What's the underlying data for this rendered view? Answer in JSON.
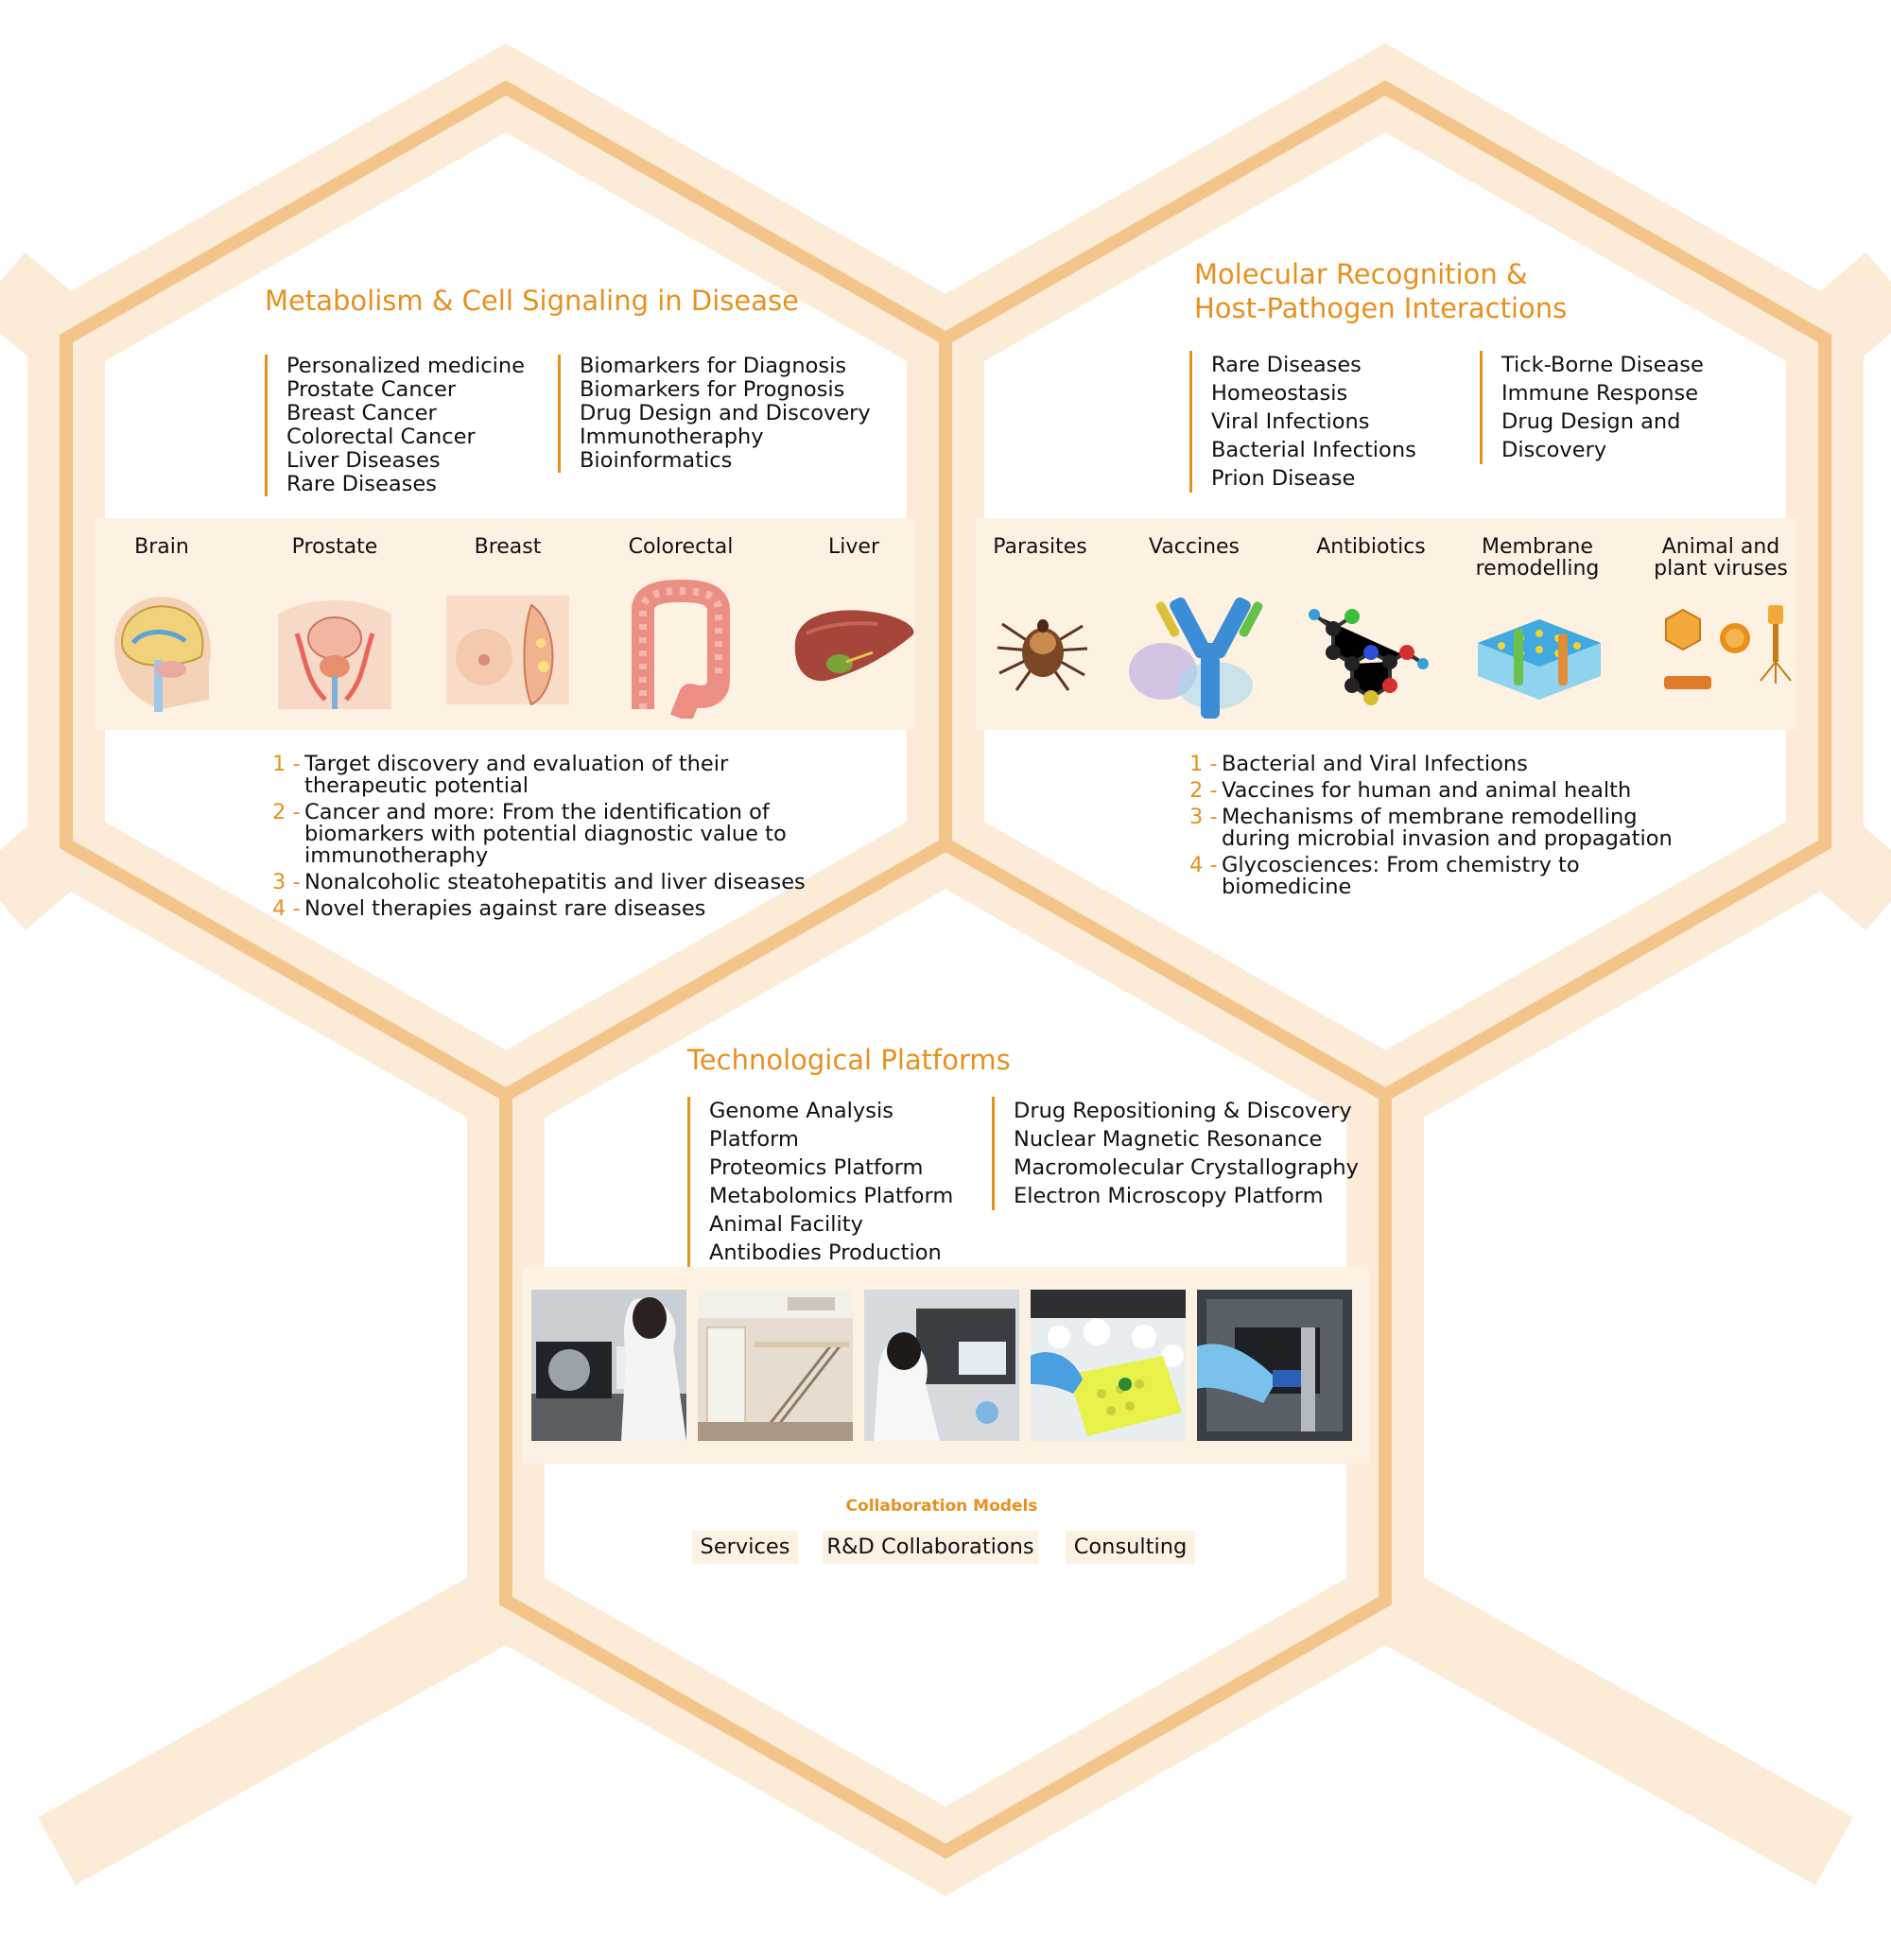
{
  "colors": {
    "accent": "#e8901e",
    "hex_stroke": "#f4c58a",
    "hex_wide": "#fbebd7",
    "strip": "#fdf1e2"
  },
  "panels": {
    "metabolism": {
      "title": "Metabolism & Cell Signaling in Disease",
      "topics_left": [
        "Personalized medicine",
        "Prostate Cancer",
        "Breast Cancer",
        "Colorectal Cancer",
        "Liver Diseases",
        "Rare Diseases"
      ],
      "topics_right": [
        "Biomarkers for Diagnosis",
        "Biomarkers for Prognosis",
        "Drug Design and Discovery",
        "Immunotheraphy",
        "Bioinformatics"
      ],
      "organs": [
        {
          "label": "Brain",
          "icon": "brain-anatomy-illustration"
        },
        {
          "label": "Prostate",
          "icon": "prostate-anatomy-illustration"
        },
        {
          "label": "Breast",
          "icon": "breast-anatomy-illustration"
        },
        {
          "label": "Colorectal",
          "icon": "colon-anatomy-illustration"
        },
        {
          "label": "Liver",
          "icon": "liver-anatomy-illustration"
        }
      ],
      "numbered": [
        {
          "num": "1 -",
          "text": "Target discovery and evaluation of their therapeutic potential"
        },
        {
          "num": "2 -",
          "text": "Cancer and more: From the identification of biomarkers with potential diagnostic value to immunotheraphy"
        },
        {
          "num": "3 -",
          "text": "Nonalcoholic steatohepatitis and liver diseases"
        },
        {
          "num": "4 -",
          "text": "Novel therapies against rare diseases"
        }
      ]
    },
    "molecular": {
      "title_line1": "Molecular Recognition &",
      "title_line2": "Host-Pathogen Interactions",
      "topics_left": [
        "Rare Diseases",
        "Homeostasis",
        "Viral Infections",
        "Bacterial Infections",
        "Prion Disease"
      ],
      "topics_right": [
        "Tick-Borne Disease",
        "Immune Response",
        "Drug Design and",
        "Discovery"
      ],
      "items": [
        {
          "label": "Parasites",
          "icon": "tick-parasite-illustration"
        },
        {
          "label": "Vaccines",
          "icon": "antibody-illustration"
        },
        {
          "label": "Antibiotics",
          "icon": "molecule-illustration"
        },
        {
          "label": "Membrane\nremodelling",
          "icon": "cell-membrane-illustration"
        },
        {
          "label": "Animal and\nplant viruses",
          "icon": "virus-illustration"
        }
      ],
      "numbered": [
        {
          "num": "1 -",
          "text": "Bacterial and Viral Infections"
        },
        {
          "num": "2 -",
          "text": "Vaccines for human and animal health"
        },
        {
          "num": "3 -",
          "text": "Mechanisms of membrane remodelling during microbial invasion and propagation"
        },
        {
          "num": "4 -",
          "text": "Glycosciences: From chemistry to biomedicine"
        }
      ]
    },
    "platforms": {
      "title": "Technological Platforms",
      "topics_left": [
        "Genome Analysis Platform",
        "Proteomics Platform",
        "Metabolomics Platform",
        "Animal Facility",
        "Antibodies Production"
      ],
      "topics_right": [
        "Drug Repositioning & Discovery",
        "Nuclear Magnetic Resonance",
        "Macromolecular Crystallography",
        "Electron Microscopy Platform"
      ],
      "photos": [
        "microscope-workstation-photo",
        "lab-facility-photo",
        "lab-screen-photo",
        "sample-ice-photo",
        "instrument-loading-photo"
      ],
      "collab_title": "Collaboration Models",
      "collab_models": [
        "Services",
        "R&D Collaborations",
        "Consulting"
      ]
    }
  }
}
